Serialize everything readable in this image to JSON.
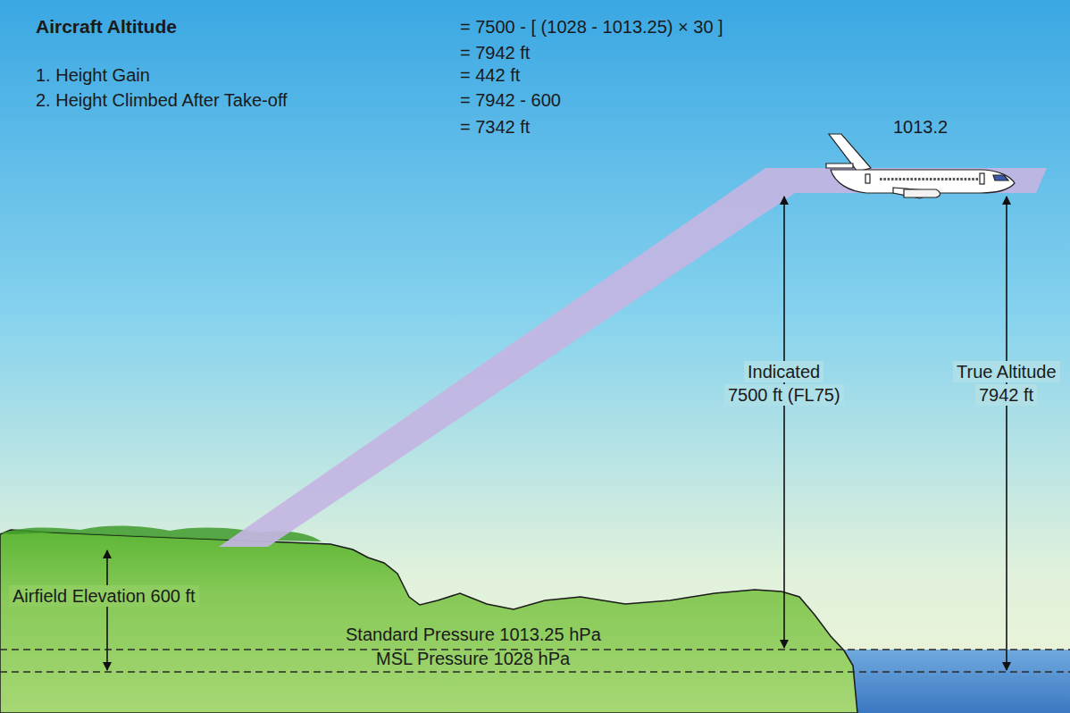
{
  "diagram": {
    "labels": [
      "Aircraft Altitude",
      "= 7500 - [ (1028 - 1013.25) × 30 ]",
      "= 7942 ft",
      "1. Height Gain",
      "= 442 ft",
      "2. Height Climbed After Take-off",
      "= 7942 - 600",
      "= 7342 ft",
      "1013.2",
      "Indicated",
      "7500 ft (FL75)",
      "True Altitude",
      "7942 ft",
      "Airfield Elevation 600 ft",
      "Standard Pressure 1013.25 hPa",
      "MSL Pressure 1028 hPa"
    ]
  }
}
